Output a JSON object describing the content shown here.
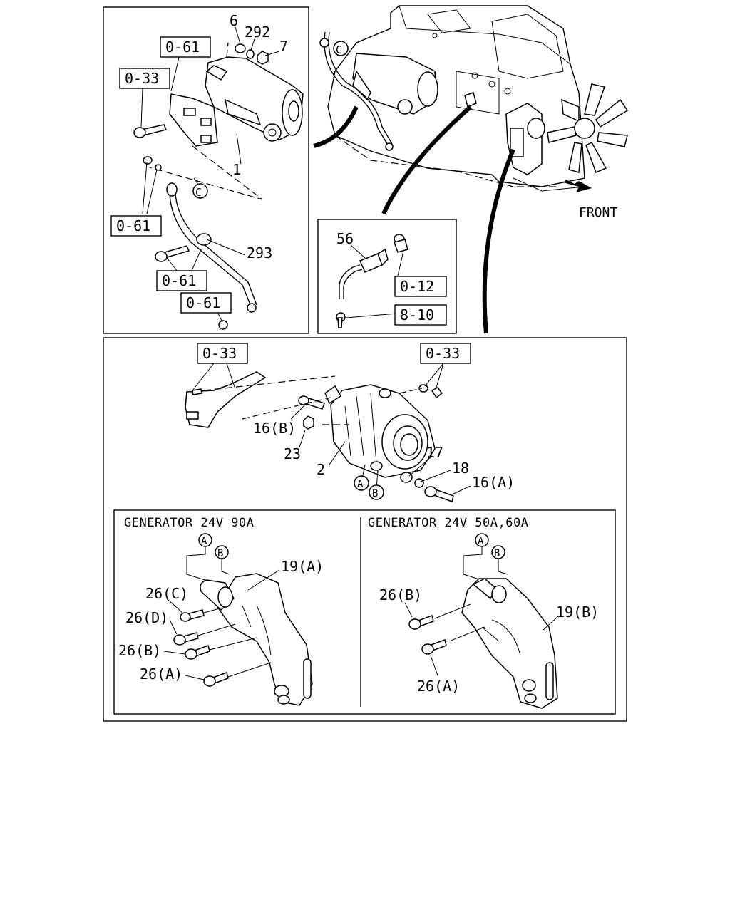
{
  "front_label": "FRONT",
  "starter_panel": {
    "labels": {
      "p6": "6",
      "p292": "292",
      "p7": "7",
      "p1": "1",
      "p293": "293",
      "ref_061_a": "0-61",
      "ref_033": "0-33",
      "ref_061_b": "0-61",
      "ref_061_c": "0-61",
      "ref_061_d": "0-61",
      "callout_c": "C"
    }
  },
  "engine_view": {
    "callout_c": "C"
  },
  "sensor_panel": {
    "labels": {
      "p56": "56",
      "ref_012": "0-12",
      "ref_810": "8-10"
    }
  },
  "generator_panel": {
    "labels": {
      "ref_033_left": "0-33",
      "ref_033_right": "0-33",
      "p16b": "16(B)",
      "p23": "23",
      "p2": "2",
      "p17": "17",
      "p18": "18",
      "p16a": "16(A)",
      "callout_a": "A",
      "callout_b": "B"
    },
    "sub_left": {
      "title": "GENERATOR 24V 90A",
      "labels": {
        "p19a": "19(A)",
        "p26c": "26(C)",
        "p26d": "26(D)",
        "p26b": "26(B)",
        "p26a": "26(A)",
        "callout_a": "A",
        "callout_b": "B"
      }
    },
    "sub_right": {
      "title": "GENERATOR 24V 50A,60A",
      "labels": {
        "p26b": "26(B)",
        "p19b": "19(B)",
        "p26a": "26(A)",
        "callout_a": "A",
        "callout_b": "B"
      }
    }
  }
}
